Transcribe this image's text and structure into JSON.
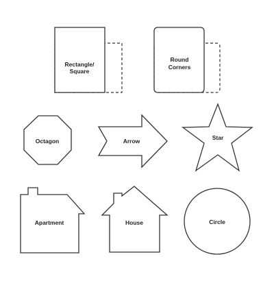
{
  "shapes": [
    {
      "id": "rectangle",
      "label_lines": [
        "Rectangle/",
        "Square"
      ],
      "icon": "rectangle-with-dashed-outline"
    },
    {
      "id": "round-corners",
      "label_lines": [
        "Round",
        "Corners"
      ],
      "icon": "rounded-rectangle-with-dashed-outline"
    },
    {
      "id": "octagon",
      "label_lines": [
        "Octagon"
      ],
      "icon": "octagon"
    },
    {
      "id": "arrow",
      "label_lines": [
        "Arrow"
      ],
      "icon": "arrow"
    },
    {
      "id": "star",
      "label_lines": [
        "Star"
      ],
      "icon": "star"
    },
    {
      "id": "apartment",
      "label_lines": [
        "Apartment"
      ],
      "icon": "apartment"
    },
    {
      "id": "house",
      "label_lines": [
        "House"
      ],
      "icon": "house"
    },
    {
      "id": "circle",
      "label_lines": [
        "Circle"
      ],
      "icon": "circle"
    }
  ]
}
